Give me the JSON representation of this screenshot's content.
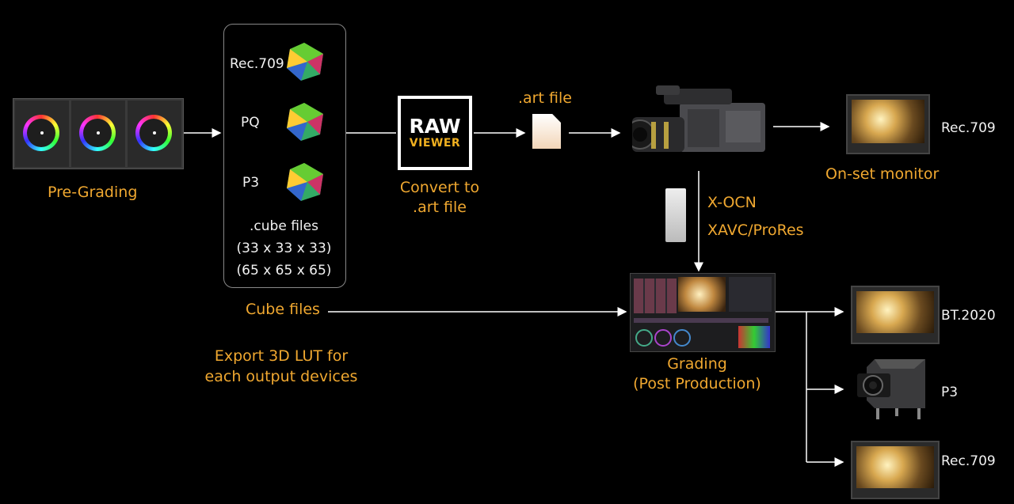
{
  "pre_grading": {
    "label": "Pre-Grading"
  },
  "luts": {
    "items": [
      {
        "label": "Rec.709"
      },
      {
        "label": "PQ"
      },
      {
        "label": "P3"
      }
    ],
    "cube_files_label": ".cube files",
    "size_33": "(33 x 33 x 33)",
    "size_65": "(65 x 65 x 65)"
  },
  "raw_viewer": {
    "logo_line1": "RAW",
    "logo_line2": "VIEWER",
    "caption_line1": "Convert to",
    "caption_line2": ".art file"
  },
  "art_file": {
    "label": ".art file"
  },
  "onset": {
    "output_label": "Rec.709",
    "caption": "On-set monitor"
  },
  "recording": {
    "format1": "X-OCN",
    "format2": "XAVC/ProRes"
  },
  "cube_files": {
    "label": "Cube files"
  },
  "export_note": {
    "line1": "Export 3D LUT for",
    "line2": "each output devices"
  },
  "grading": {
    "line1": "Grading",
    "line2": "(Post Production)"
  },
  "outputs": [
    {
      "label": "BT.2020"
    },
    {
      "label": "P3"
    },
    {
      "label": "Rec.709"
    }
  ],
  "colors": {
    "accent": "#f0a830",
    "text": "#f2f2f2",
    "background": "#000000"
  }
}
